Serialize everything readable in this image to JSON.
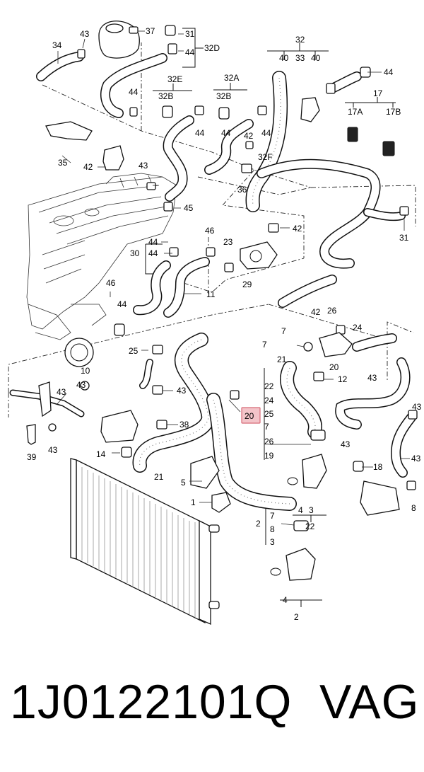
{
  "footer": {
    "part_number": "1J0122101Q",
    "brand": "VAG"
  },
  "highlighted_label": "20",
  "group_labels": [
    "32",
    "32D",
    "32E",
    "32A",
    "32B",
    "32B",
    "32F",
    "17",
    "17A",
    "17B",
    "30",
    "22",
    "2"
  ],
  "callouts": [
    "34",
    "43",
    "37",
    "31",
    "44",
    "40",
    "33",
    "40",
    "44",
    "44",
    "44",
    "44",
    "44",
    "42",
    "36",
    "35",
    "42",
    "43",
    "45",
    "42",
    "31",
    "44",
    "44",
    "46",
    "23",
    "29",
    "11",
    "46",
    "44",
    "25",
    "42",
    "26",
    "7",
    "24",
    "7",
    "21",
    "20",
    "43",
    "12",
    "10",
    "43",
    "43",
    "43",
    "38",
    "39",
    "43",
    "14",
    "21",
    "22",
    "24",
    "25",
    "7",
    "26",
    "19",
    "43",
    "18",
    "43",
    "43",
    "8",
    "5",
    "1",
    "2",
    "7",
    "8",
    "3",
    "4",
    "3",
    "4"
  ]
}
